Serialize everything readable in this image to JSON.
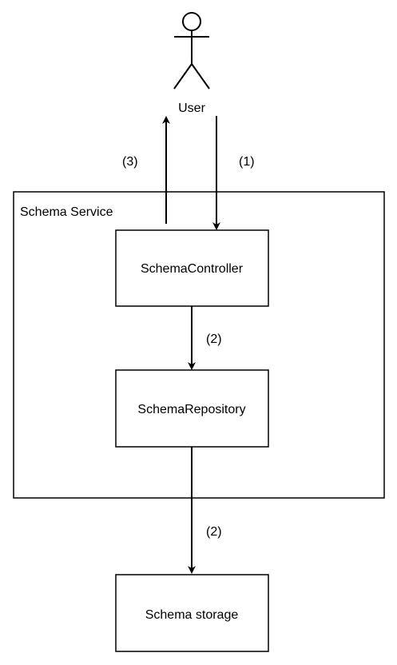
{
  "actor": {
    "label": "User"
  },
  "container": {
    "label": "Schema Service"
  },
  "nodes": {
    "controller": "SchemaController",
    "repository": "SchemaRepository",
    "storage": "Schema storage"
  },
  "edges": {
    "user_to_controller": "(1)",
    "controller_to_user": "(3)",
    "controller_to_repository": "(2)",
    "repository_to_storage": "(2)"
  },
  "colors": {
    "stroke": "#000000",
    "fill": "#ffffff",
    "text": "#000000"
  }
}
